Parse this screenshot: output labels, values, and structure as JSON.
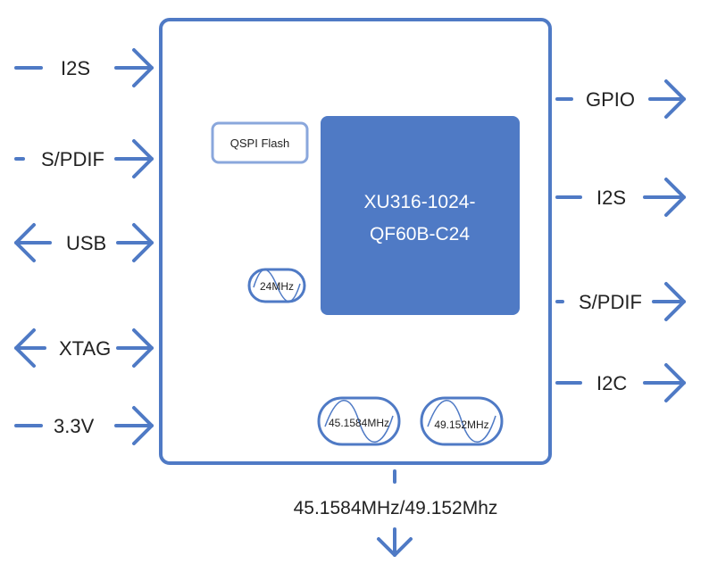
{
  "colors": {
    "accent": "#4f7ac5",
    "chip_fill": "#4f7ac5",
    "text": "#222222",
    "chip_text": "#ffffff",
    "background": "#ffffff"
  },
  "left_ports": [
    {
      "label": "I2S",
      "direction": "in"
    },
    {
      "label": "S/PDIF",
      "direction": "in"
    },
    {
      "label": "USB",
      "direction": "bidirectional"
    },
    {
      "label": "XTAG",
      "direction": "bidirectional"
    },
    {
      "label": "3.3V",
      "direction": "in"
    }
  ],
  "right_ports": [
    {
      "label": "GPIO",
      "direction": "out"
    },
    {
      "label": "I2S",
      "direction": "out"
    },
    {
      "label": "S/PDIF",
      "direction": "out"
    },
    {
      "label": "I2C",
      "direction": "out"
    }
  ],
  "board": {
    "chip_line1": "XU316-1024-",
    "chip_line2": "QF60B-C24",
    "flash_label": "QSPI Flash",
    "osc_24_label": "24MHz",
    "osc_45_label": "45.1584MHz",
    "osc_49_label": "49.152MHz"
  },
  "bottom": {
    "label": "45.1584MHz/49.152Mhz",
    "direction": "out"
  }
}
